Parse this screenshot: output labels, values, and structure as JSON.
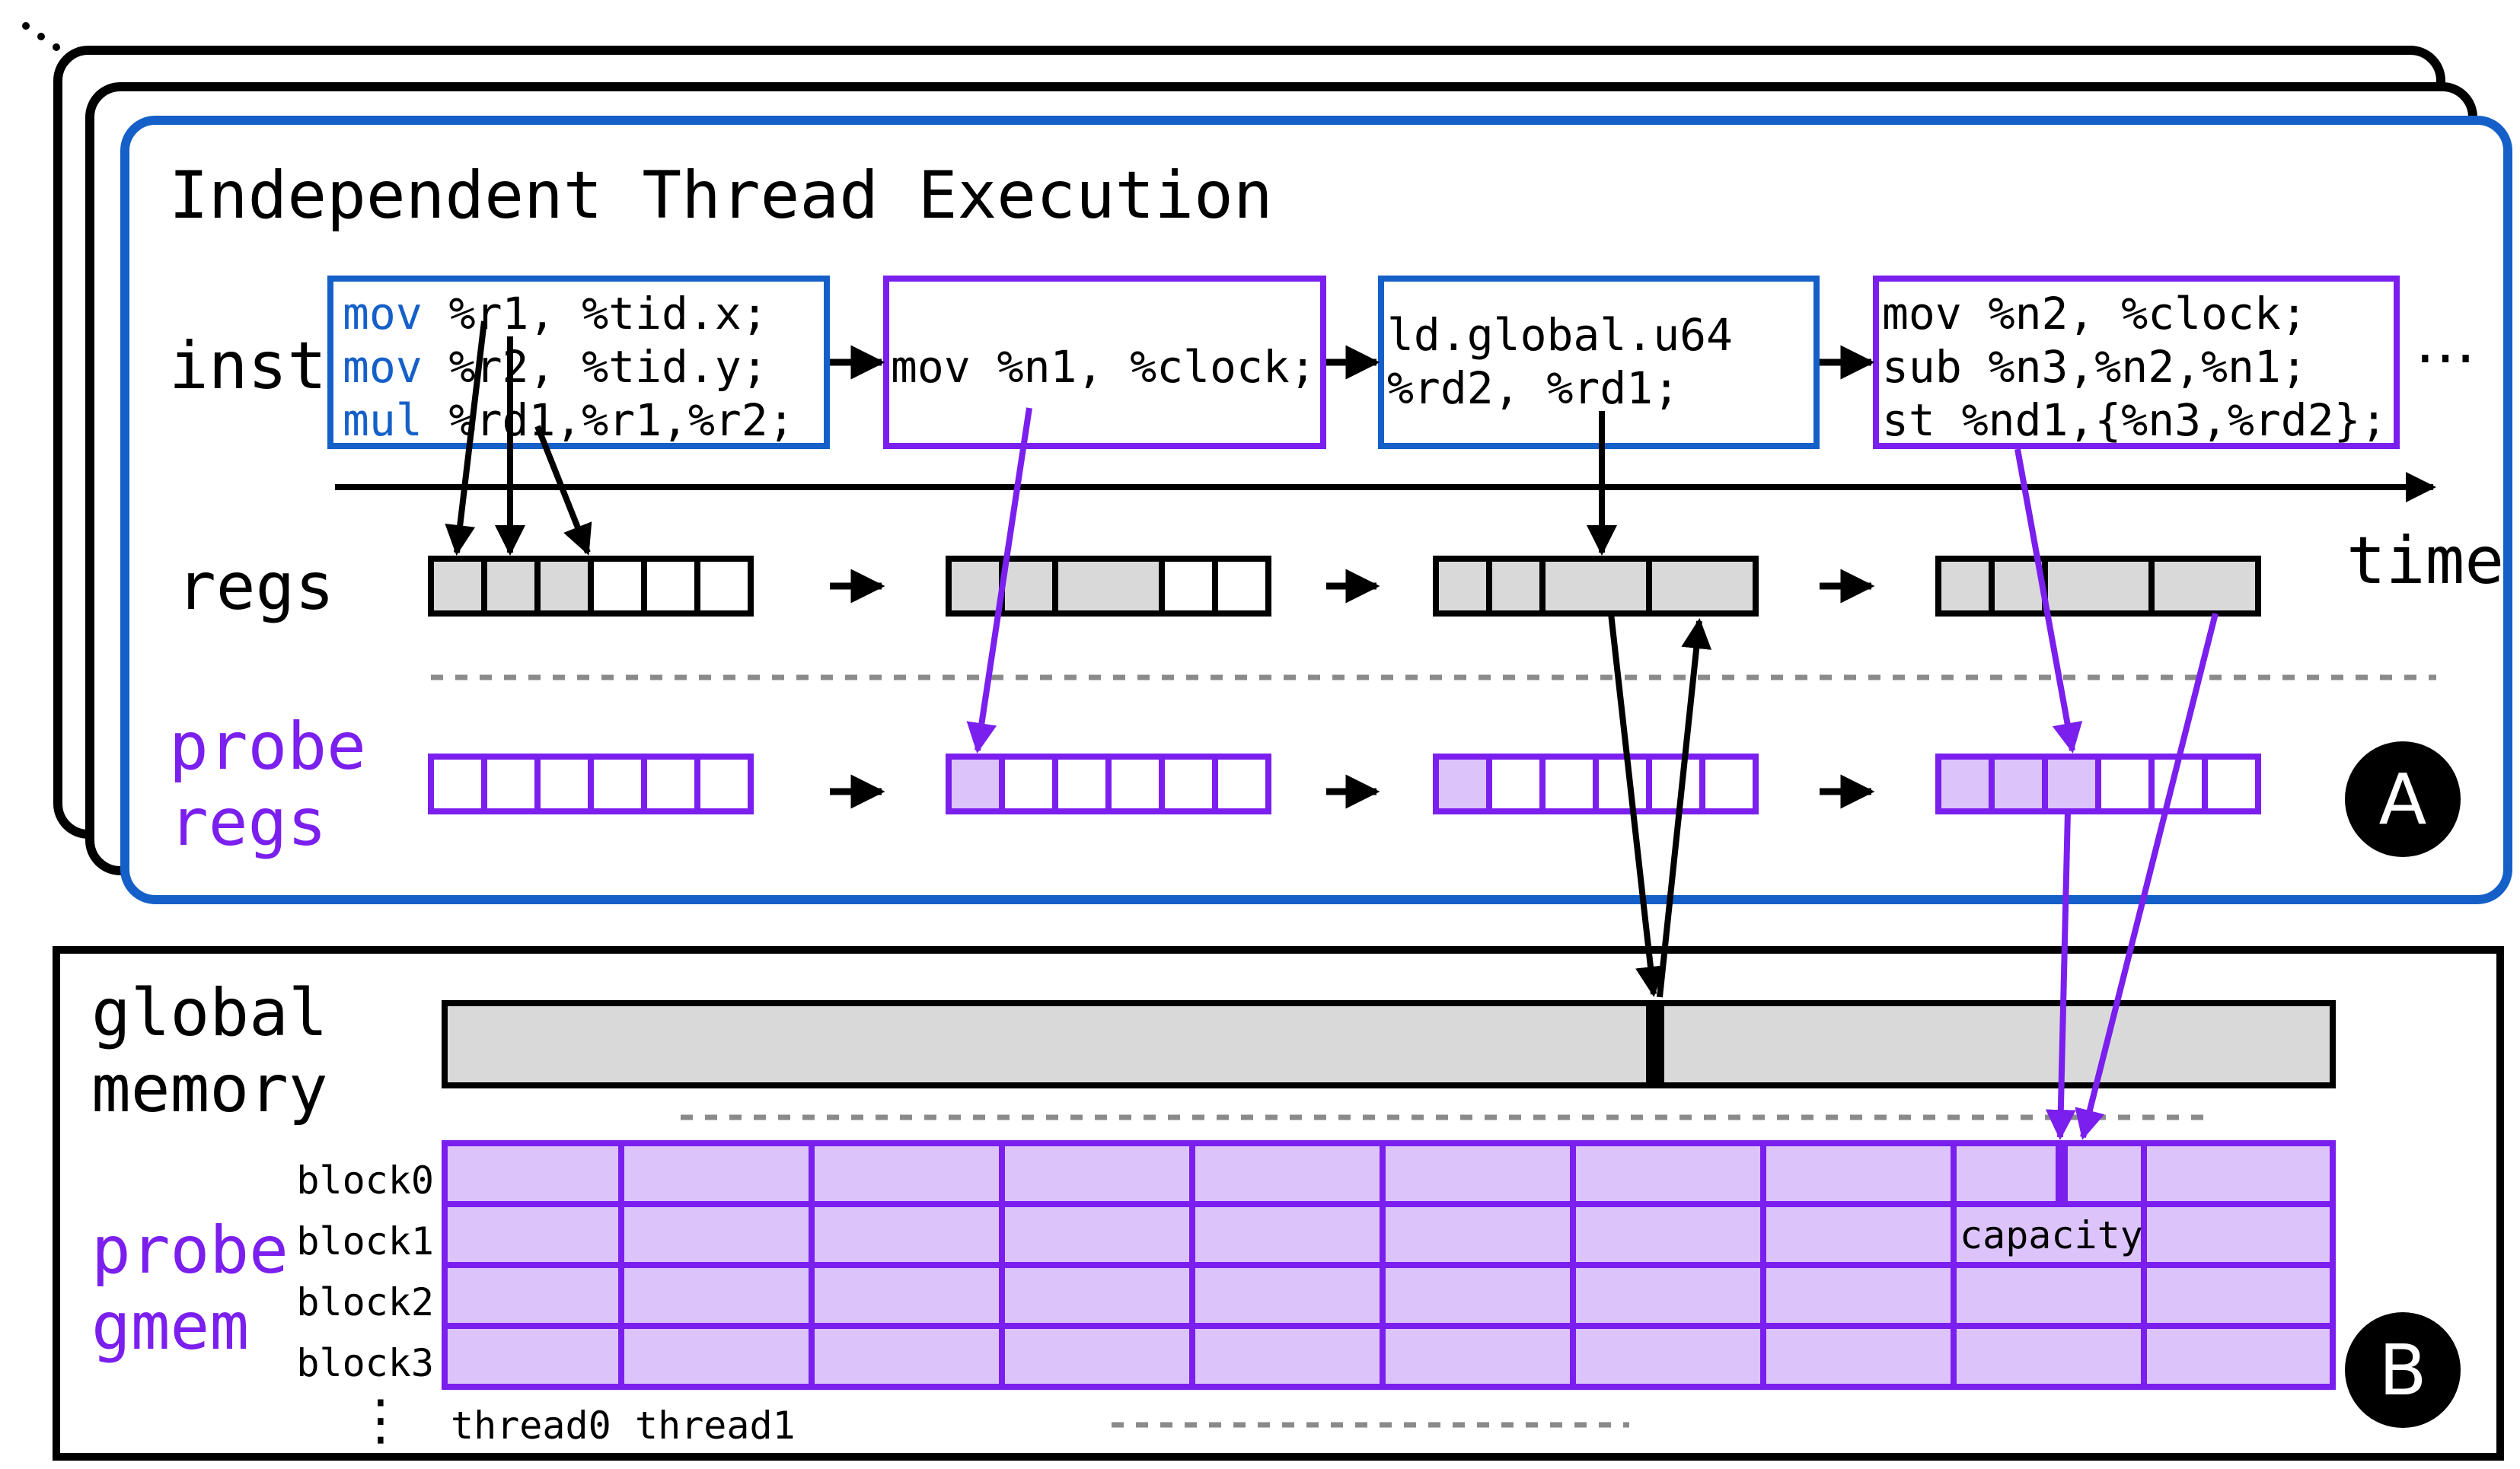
{
  "title": "Independent Thread Execution",
  "labels": {
    "inst": "inst",
    "regs": "regs",
    "probe_regs_1": "probe",
    "probe_regs_2": "regs",
    "time": "time",
    "global_memory_1": "global",
    "global_memory_2": "memory",
    "probe_gmem_1": "probe",
    "probe_gmem_2": "gmem",
    "ellipsis": "⋯",
    "vertical_ellipsis": "⋮",
    "capacity": "capacity"
  },
  "instructions": [
    {
      "kind": "original",
      "lines": [
        {
          "op": "mov",
          "args": " %r1, %tid.x;"
        },
        {
          "op": "mov",
          "args": " %r2, %tid.y;"
        },
        {
          "op": "mul",
          "args": " %rd1,%r1,%r2;"
        }
      ]
    },
    {
      "kind": "probe",
      "lines": [
        {
          "op": "",
          "args": "mov %n1, %clock;"
        }
      ]
    },
    {
      "kind": "original",
      "lines": [
        {
          "op": "",
          "args": "ld.global.u64"
        },
        {
          "op": "",
          "args": "%rd2, %rd1;"
        }
      ]
    },
    {
      "kind": "probe",
      "lines": [
        {
          "op": "",
          "args": "mov %n2, %clock;"
        },
        {
          "op": "",
          "args": "sub %n3,%n2,%n1;"
        },
        {
          "op": "",
          "args": "st %nd1,{%n3,%rd2};"
        }
      ]
    }
  ],
  "blocks": [
    "block0",
    "block1",
    "block2",
    "block3"
  ],
  "threads": [
    "thread0",
    "thread1"
  ],
  "badges": {
    "a": "A",
    "b": "B"
  },
  "colors": {
    "blue": "#1560c8",
    "purple": "#7b1fee",
    "purple_fill": "#dcc4fb",
    "gray_fill": "#d9d9d9",
    "black": "#000000",
    "dash": "#8a8a8a"
  }
}
